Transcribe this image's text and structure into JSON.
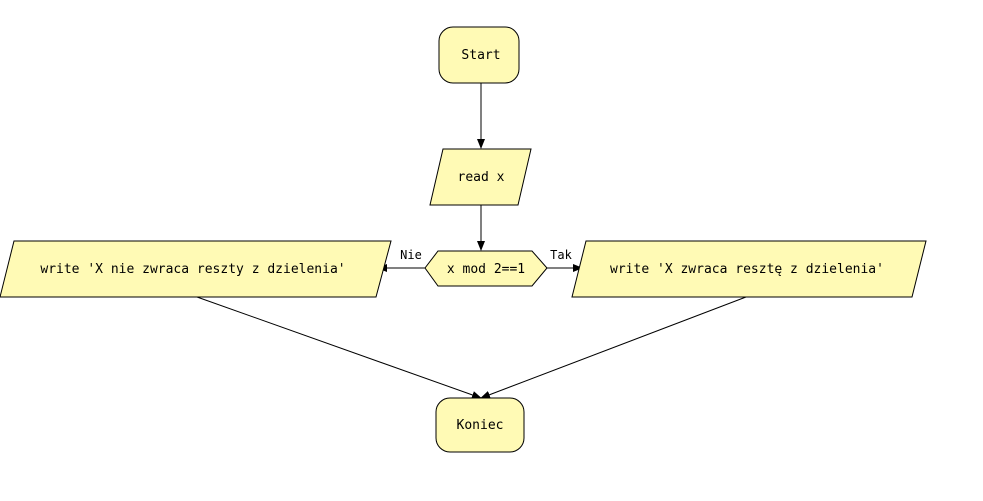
{
  "diagram": {
    "nodes": {
      "start": "Start",
      "read": "read x",
      "condition": "x mod 2==1",
      "write_no": "write 'X nie zwraca reszty z dzielenia'",
      "write_yes": "write 'X zwraca resztę z dzielenia'",
      "end": "Koniec"
    },
    "edges": {
      "no_label": "Nie",
      "yes_label": "Tak"
    }
  },
  "colors": {
    "node_fill": "#fffab5",
    "stroke": "#000000",
    "background": "#ffffff"
  }
}
